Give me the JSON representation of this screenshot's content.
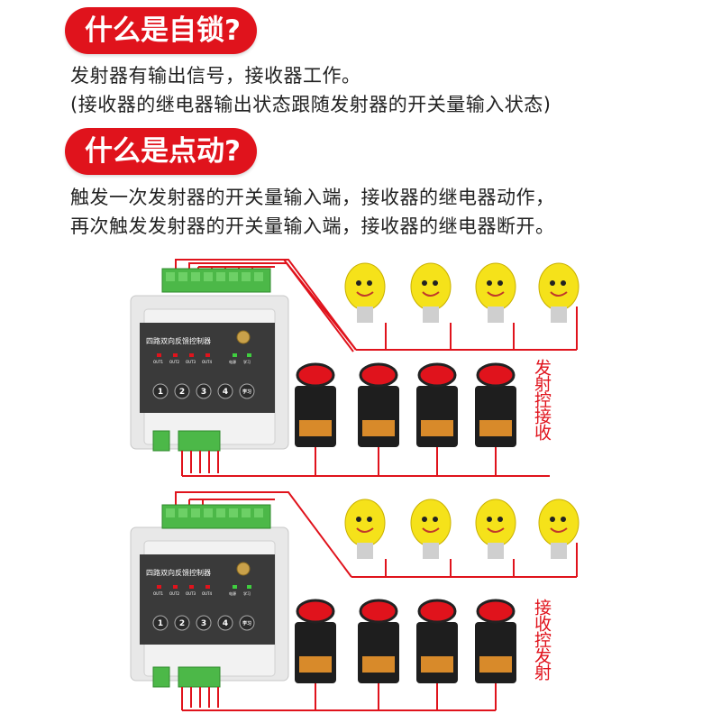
{
  "section_self_lock": {
    "title": "什么是自锁?",
    "lines": [
      "发射器有输出信号，接收器工作。",
      "(接收器的继电器输出状态跟随发射器的开关量输入状态)"
    ]
  },
  "section_jog": {
    "title": "什么是点动?",
    "lines": [
      "触发一次发射器的开关量输入端，接收器的继电器动作，",
      "再次触发发射器的开关量输入端，接收器的继电器断开。"
    ]
  },
  "diagram_top": {
    "module_name": "四路双向反馈控制器",
    "outputs": [
      "OUT1",
      "OUT2",
      "OUT3",
      "OUT4"
    ],
    "indicators": [
      "电源",
      "学习"
    ],
    "buttons": [
      "1",
      "2",
      "3",
      "4"
    ],
    "learn_button": "学习",
    "side_label": "发射控接收"
  },
  "diagram_bottom": {
    "module_name": "四路双向反馈控制器",
    "outputs": [
      "OUT1",
      "OUT2",
      "OUT3",
      "OUT4"
    ],
    "indicators": [
      "电源",
      "学习"
    ],
    "buttons": [
      "1",
      "2",
      "3",
      "4"
    ],
    "learn_button": "学习",
    "side_label": "接收控发射"
  },
  "colors": {
    "accent": "#e0131c",
    "wire": "#e0131c",
    "terminal_green": "#4cb848",
    "module_body": "#e6e6e6",
    "bulb_yellow": "#f5e21a"
  }
}
